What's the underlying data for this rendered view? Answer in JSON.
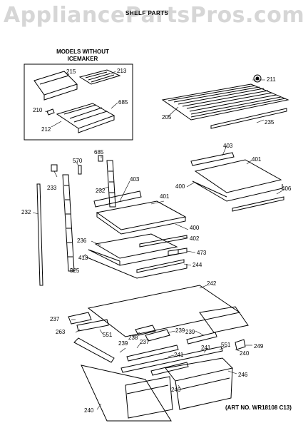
{
  "watermark": "AppliancePartsPros.com",
  "title": "SHELF PARTS",
  "inset": {
    "line1": "MODELS WITHOUT",
    "line2": "ICEMAKER"
  },
  "art_number": "(ART NO. WR18108 C13)",
  "parts": {
    "p215": "215",
    "p213": "213",
    "p685a": "685",
    "p210": "210",
    "p212": "212",
    "p211": "211",
    "p205": "205",
    "p235": "235",
    "p685b": "685",
    "p570": "570",
    "p233": "233",
    "p232a": "232",
    "p232b": "232",
    "p403a": "403",
    "p401a": "401",
    "p400a": "400",
    "p402": "402",
    "p236": "236",
    "p473": "473",
    "p413": "413",
    "p525": "525",
    "p244": "244",
    "p403b": "403",
    "p401b": "401",
    "p400b": "400",
    "p406": "406",
    "p242": "242",
    "p237a": "237",
    "p263": "263",
    "p551a": "551",
    "p238": "238",
    "p239a": "239",
    "p237b": "237",
    "p239b": "239",
    "p239c": "239",
    "p249": "249",
    "p551b": "551",
    "p241a": "241",
    "p241b": "241",
    "p240a": "240",
    "p246a": "246",
    "p246b": "246",
    "p240b": "240"
  }
}
